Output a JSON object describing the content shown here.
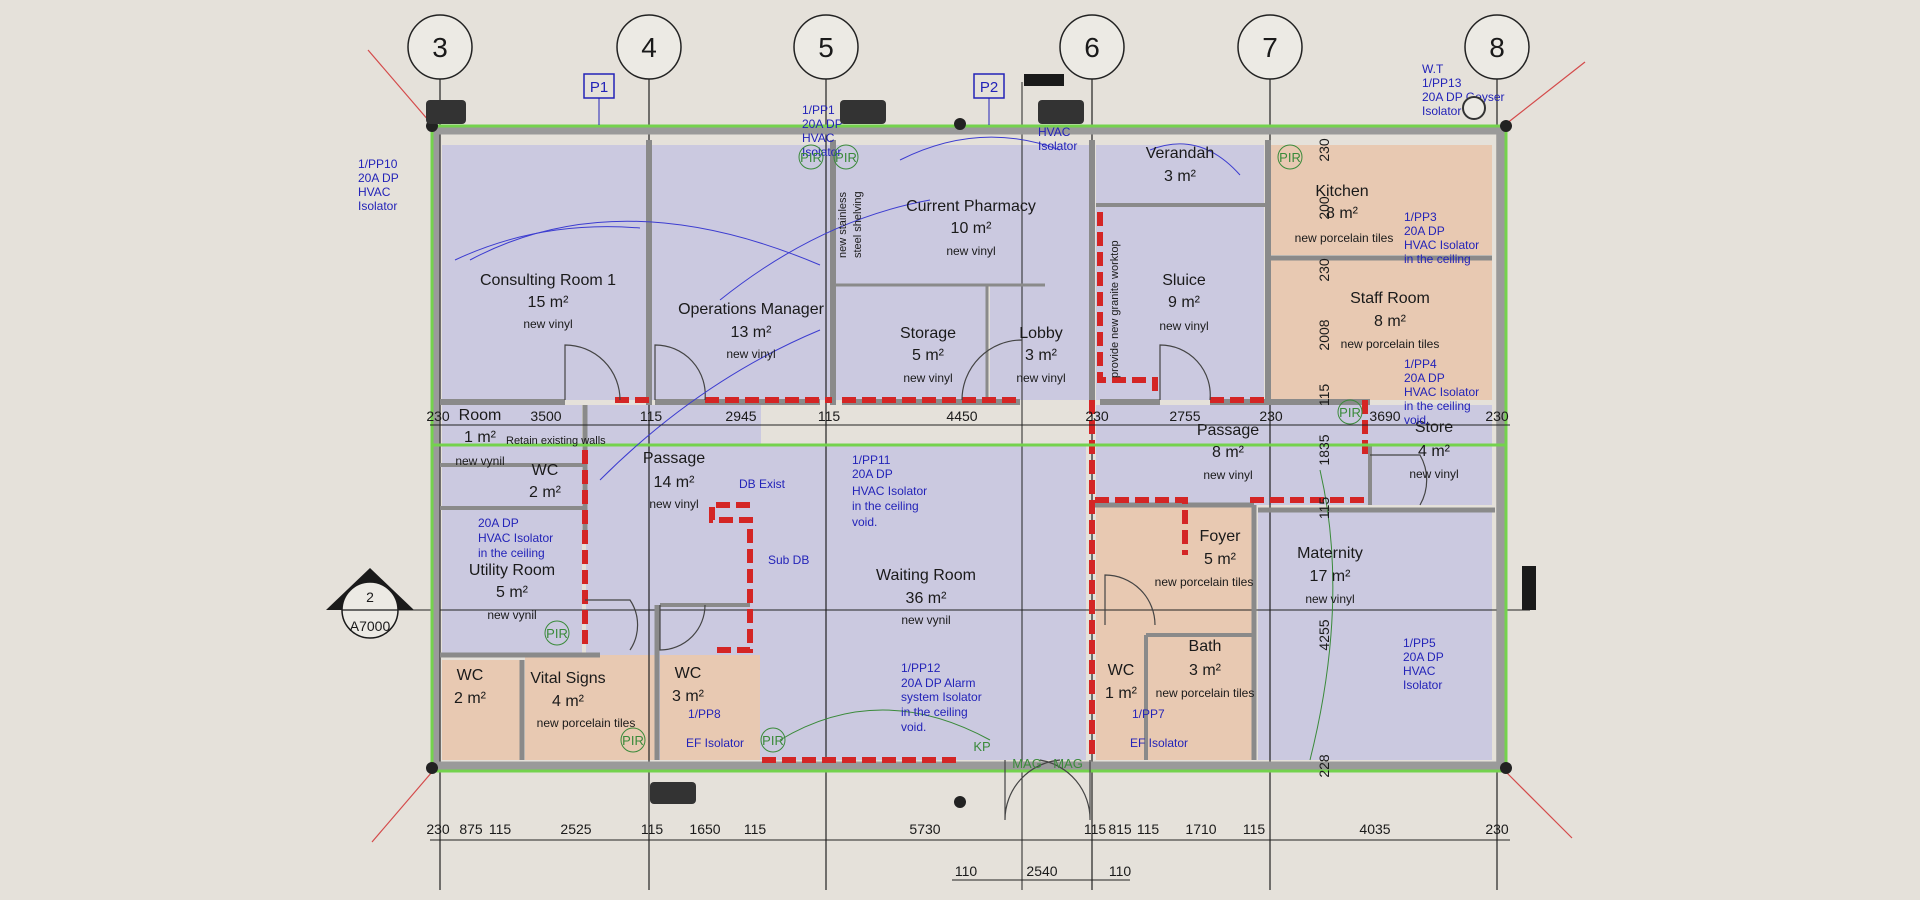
{
  "colors": {
    "background": "#e5e1da",
    "room_vinyl": "#cbc9e0",
    "room_tile": "#e8c9b2",
    "outline_green": "#74d24d",
    "new_wall_red": "#d42525",
    "annotation_blue": "#2323b8",
    "wall_grey": "#8a8a8a"
  },
  "grid_labels": [
    "3",
    "4",
    "5",
    "6",
    "7",
    "8"
  ],
  "rooms": [
    {
      "name": "Consulting Room 1",
      "area": "15 m²",
      "floor": "new vinyl"
    },
    {
      "name": "Operations Manager",
      "area": "13 m²",
      "floor": "new vinyl"
    },
    {
      "name": "Current Pharmacy",
      "area": "10 m²",
      "floor": "new vinyl"
    },
    {
      "name": "Storage",
      "area": "5 m²",
      "floor": "new vinyl"
    },
    {
      "name": "Lobby",
      "area": "3 m²",
      "floor": "new vinyl"
    },
    {
      "name": "Verandah",
      "area": "3 m²",
      "floor": ""
    },
    {
      "name": "Sluice",
      "area": "9 m²",
      "floor": "new vinyl"
    },
    {
      "name": "Kitchen",
      "area": "8 m²",
      "floor": "new porcelain tiles"
    },
    {
      "name": "Staff Room",
      "area": "8 m²",
      "floor": "new porcelain tiles"
    },
    {
      "name": "Room",
      "area": "1 m²",
      "floor": "new vynil"
    },
    {
      "name": "WC",
      "area": "2 m²",
      "floor": ""
    },
    {
      "name": "Utility Room",
      "area": "5 m²",
      "floor": "new vynil"
    },
    {
      "name": "Passage",
      "area": "14 m²",
      "floor": "new vinyl"
    },
    {
      "name": "Waiting Room",
      "area": "36 m²",
      "floor": "new vynil"
    },
    {
      "name": "Passage",
      "area": "8 m²",
      "floor": "new vinyl"
    },
    {
      "name": "Store",
      "area": "4 m²",
      "floor": "new vinyl"
    },
    {
      "name": "Foyer",
      "area": "5 m²",
      "floor": "new porcelain tiles"
    },
    {
      "name": "Maternity",
      "area": "17 m²",
      "floor": "new vinyl"
    },
    {
      "name": "WC",
      "area": "2 m²",
      "floor": ""
    },
    {
      "name": "Vital Signs",
      "area": "4 m²",
      "floor": "new porcelain tiles"
    },
    {
      "name": "WC",
      "area": "3 m²",
      "floor": ""
    },
    {
      "name": "WC",
      "area": "1 m²",
      "floor": ""
    },
    {
      "name": "Bath",
      "area": "3 m²",
      "floor": "new porcelain tiles"
    }
  ],
  "notes": {
    "pp10": [
      "1/PP10",
      "20A DP",
      "HVAC",
      "Isolator"
    ],
    "pp2": [
      "1/PP1",
      "20A DP",
      "HVAC",
      "Isolator"
    ],
    "hvac_isolator": [
      "HVAC",
      "Isolator"
    ],
    "wt": [
      "W.T",
      "1/PP13",
      "20A DP Geyser",
      "Isolator"
    ],
    "pp3": [
      "1/PP3",
      "20A DP",
      "HVAC Isolator",
      "in the ceiling"
    ],
    "pp4": [
      "1/PP4",
      "20A DP",
      "HVAC Isolator",
      "in the ceiling",
      "void."
    ],
    "pp11": [
      "1/PP11",
      "20A DP",
      "HVAC Isolator",
      "in the ceiling",
      "void."
    ],
    "pp9": [
      "20A DP",
      "HVAC Isolator",
      "in the ceiling"
    ],
    "pp12": [
      "1/PP12",
      "20A DP Alarm",
      "system Isolator",
      "in the ceiling",
      "void."
    ],
    "pp5": [
      "1/PP5",
      "20A DP",
      "HVAC",
      "Isolator"
    ],
    "pp8": [
      "1/PP8",
      "EF Isolator"
    ],
    "pp7": [
      "1/PP7",
      "EF Isolator"
    ],
    "retain_walls": "Retain existing walls",
    "db_exist": "DB Exist",
    "sub_db": "Sub DB",
    "shelving": [
      "new stainless",
      "steel shelving"
    ],
    "worktop": "provide new granite worktop",
    "p1": "P1",
    "p2": "P2",
    "pir": "PIR",
    "kp": "KP",
    "mag": "MAG",
    "section_number": "2",
    "section_sheet": "A7000"
  },
  "dimensions": {
    "top_row": [
      "230",
      "3500",
      "115",
      "2945",
      "115",
      "4450",
      "230",
      "2755",
      "230",
      "3690",
      "230"
    ],
    "bottom_row": [
      "230",
      "875",
      "115",
      "2525",
      "115",
      "1650",
      "115",
      "5730",
      "115",
      "815",
      "115",
      "1710",
      "115",
      "4035",
      "230"
    ],
    "bottom_second": [
      "110",
      "2540",
      "110"
    ],
    "right_vertical": [
      "230",
      "200",
      "230",
      "2008",
      "115",
      "1835",
      "115",
      "4255",
      "228"
    ]
  }
}
